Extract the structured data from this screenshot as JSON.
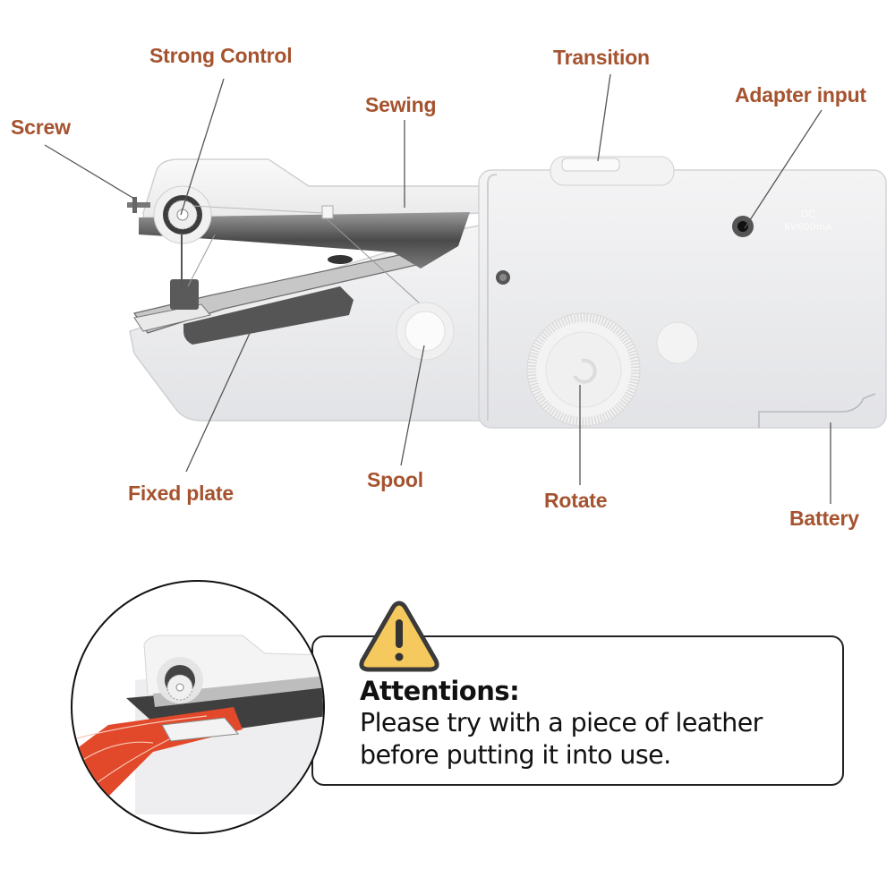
{
  "diagram": {
    "subject": "Handheld sewing machine",
    "callouts": [
      {
        "id": "screw",
        "label": "Screw"
      },
      {
        "id": "strong-control",
        "label": "Strong Control"
      },
      {
        "id": "sewing",
        "label": "Sewing"
      },
      {
        "id": "transition",
        "label": "Transition"
      },
      {
        "id": "adapter-input",
        "label": "Adapter input"
      },
      {
        "id": "fixed-plate",
        "label": "Fixed plate"
      },
      {
        "id": "spool",
        "label": "Spool"
      },
      {
        "id": "rotate",
        "label": "Rotate"
      },
      {
        "id": "battery",
        "label": "Battery"
      }
    ],
    "device_markings": {
      "power_spec_line1": "DC",
      "power_spec_line2": "6V600mA"
    },
    "label_color": "#a5532f",
    "leader_line_color": "#555555"
  },
  "attention": {
    "icon": "warning-triangle-icon",
    "icon_color": "#f6c95e",
    "title": "Attentions:",
    "message_line1": "Please try with a piece of leather",
    "message_line2": "before putting it into use."
  },
  "inset": {
    "description": "Close-up of machine stitching orange fabric",
    "fabric_color": "#e2492a"
  }
}
